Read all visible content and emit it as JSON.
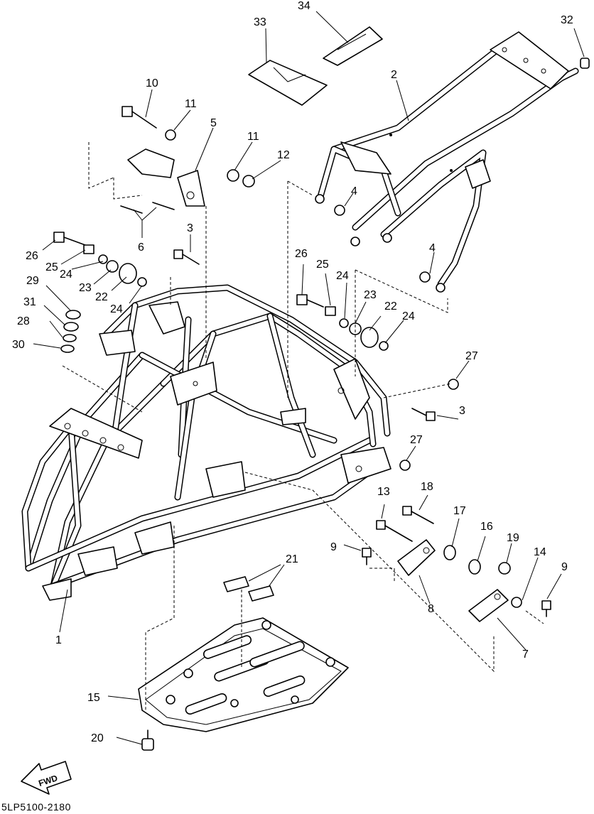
{
  "diagram": {
    "callouts": {
      "c1": "1",
      "c2": "2",
      "c3a": "3",
      "c3b": "3",
      "c4a": "4",
      "c4b": "4",
      "c5": "5",
      "c6": "6",
      "c7": "7",
      "c8": "8",
      "c9a": "9",
      "c9b": "9",
      "c10": "10",
      "c11a": "11",
      "c11b": "11",
      "c12": "12",
      "c13": "13",
      "c14": "14",
      "c15": "15",
      "c16": "16",
      "c17": "17",
      "c18": "18",
      "c19": "19",
      "c20": "20",
      "c21": "21",
      "c22a": "22",
      "c22b": "22",
      "c23a": "23",
      "c23b": "23",
      "c24a": "24",
      "c24b": "24",
      "c24c": "24",
      "c24d": "24",
      "c25a": "25",
      "c25b": "25",
      "c26a": "26",
      "c26b": "26",
      "c27a": "27",
      "c27b": "27",
      "c28": "28",
      "c29": "29",
      "c30": "30",
      "c31": "31",
      "c32": "32",
      "c33": "33",
      "c34": "34"
    },
    "fwd_label": "FWD",
    "drawing_code": "5LP5100-2180"
  }
}
